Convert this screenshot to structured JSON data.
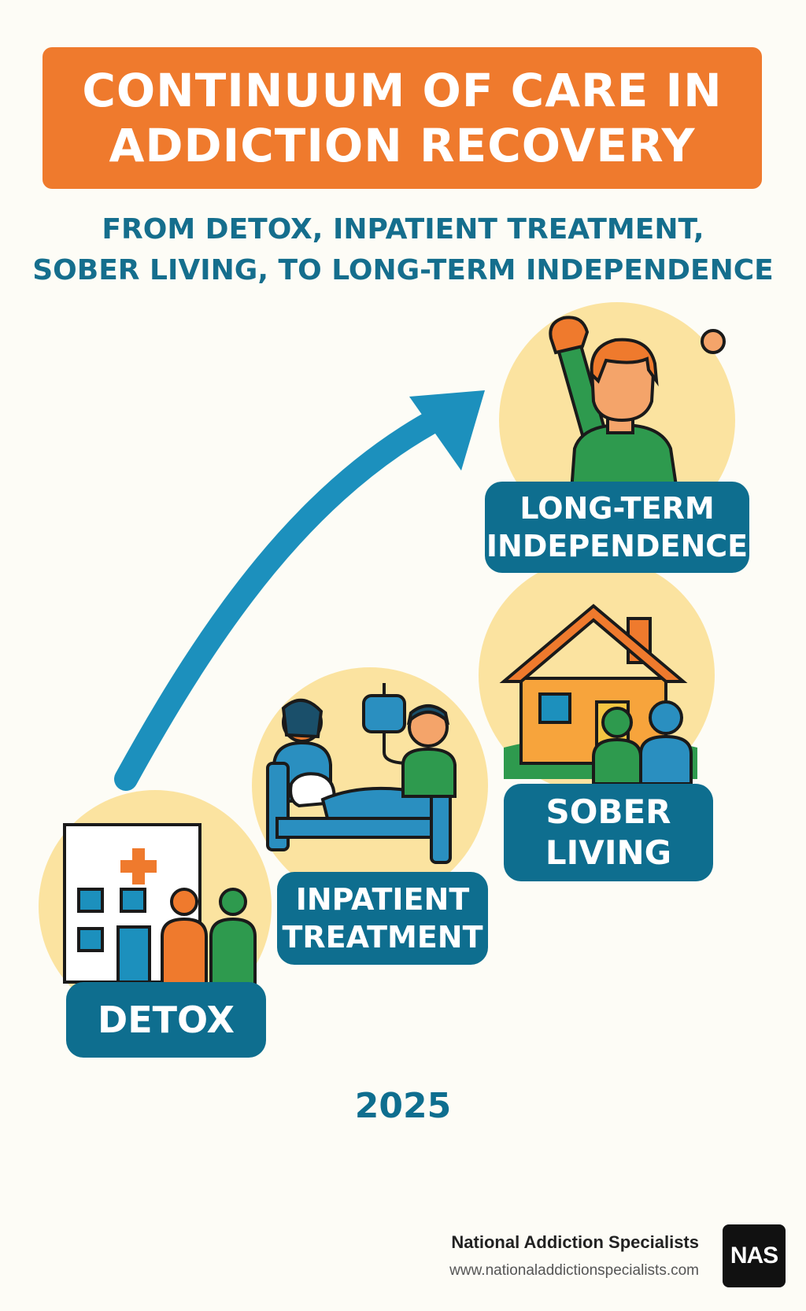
{
  "title": {
    "line1": "CONTINUUM OF CARE IN",
    "line2": "ADDICTION RECOVERY"
  },
  "subtitle": {
    "line1": "FROM DETOX, INPATIENT TREATMENT,",
    "line2": "SOBER LIVING, TO LONG-TERM INDEPENDENCE"
  },
  "stages": {
    "detox": {
      "label": "DETOX"
    },
    "inpatient": {
      "line1": "INPATIENT",
      "line2": "TREATMENT"
    },
    "sober_living": {
      "line1": "SOBER",
      "line2": "LIVING"
    },
    "independence": {
      "line1": "LONG-TERM",
      "line2": "INDEPENDENCE"
    }
  },
  "year": "2025",
  "footer": {
    "organization": "National Addiction Specialists",
    "website": "www.nationaladdictionspecialists.com",
    "logo_text": "NAS"
  },
  "colors": {
    "background": "#fdfcf6",
    "banner": "#ef7a2d",
    "teal": "#0e6e8f",
    "arrow": "#1c90bd",
    "circle": "#fbe3a0",
    "green": "#2e9a4e",
    "orange": "#ef7a2d"
  }
}
